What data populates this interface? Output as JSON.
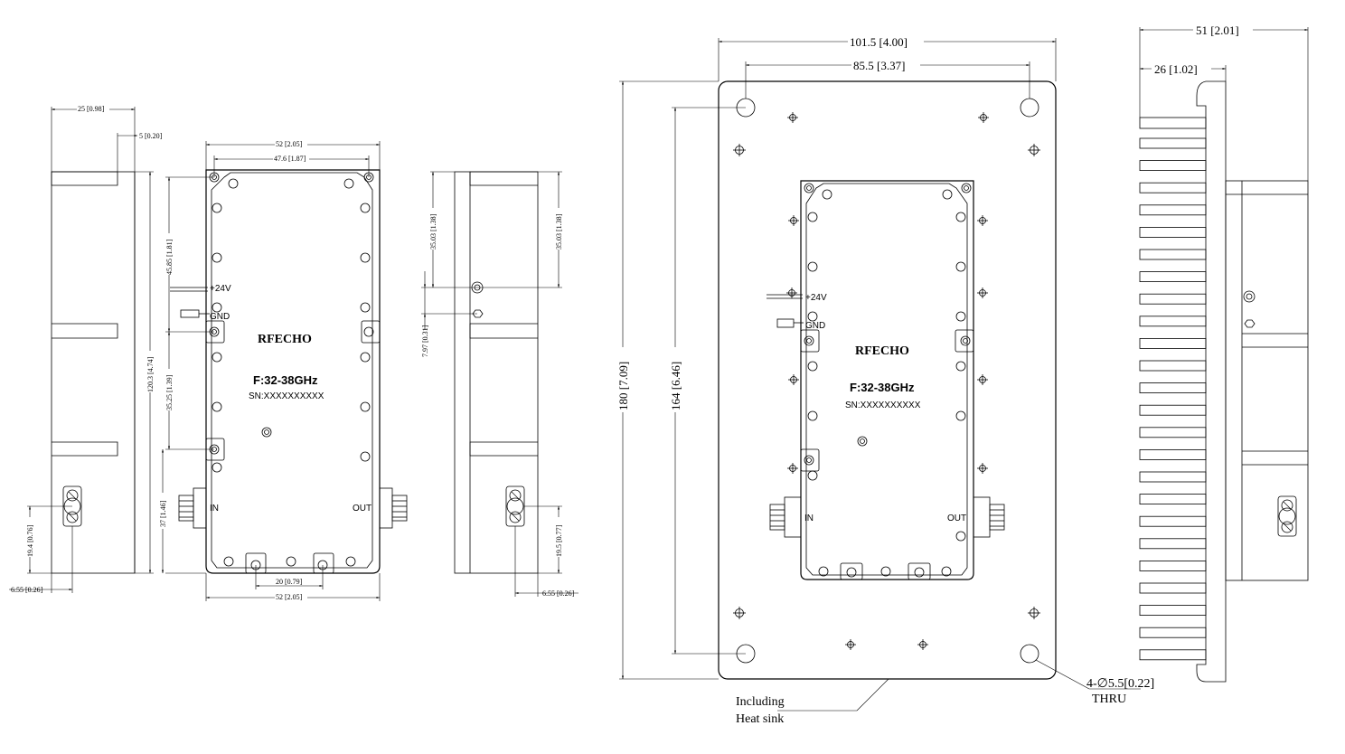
{
  "small_views": {
    "dim_25": "25 [0.98]",
    "dim_5": "5 [0.20]",
    "dim_120_3": "120.3 [4.74]",
    "dim_19_4": "19.4 [0.76]",
    "dim_6_55_left": "6.55 [0.26]",
    "dim_52_top": "52 [2.05]",
    "dim_47_6": "47.6 [1.87]",
    "dim_45_85": "45.85 [1.81]",
    "dim_35_25": "35.25 [1.39]",
    "dim_37": "37 [1.46]",
    "dim_20": "20 [0.79]",
    "dim_52_bottom": "52 [2.05]",
    "dim_35_03_left": "35.03 [1.38]",
    "dim_35_03_right": "35.03 [1.38]",
    "dim_7_97": "7.97 [0.31]",
    "dim_19_5": "19.5 [0.77]",
    "dim_6_55_right": "6.55 [0.26]",
    "label_24v": "+24V",
    "label_gnd": "GND",
    "brand": "RFECHO",
    "freq": "F:32-38GHz",
    "serial": "SN:XXXXXXXXXX",
    "label_in": "IN",
    "label_out": "OUT"
  },
  "large_view": {
    "dim_101_5": "101.5 [4.00]",
    "dim_85_5": "85.5 [3.37]",
    "dim_180": "180 [7.09]",
    "dim_164": "164 [6.46]",
    "label_24v": "+24V",
    "label_gnd": "GND",
    "brand": "RFECHO",
    "freq": "F:32-38GHz",
    "serial": "SN:XXXXXXXXXX",
    "label_in": "IN",
    "label_out": "OUT",
    "hole_note": "4-∅5.5[0.22]",
    "hole_thru": "THRU",
    "note_line1": "Including",
    "note_line2": "Heat sink"
  },
  "heatsink_view": {
    "dim_51": "51 [2.01]",
    "dim_26": "26 [1.02]"
  }
}
